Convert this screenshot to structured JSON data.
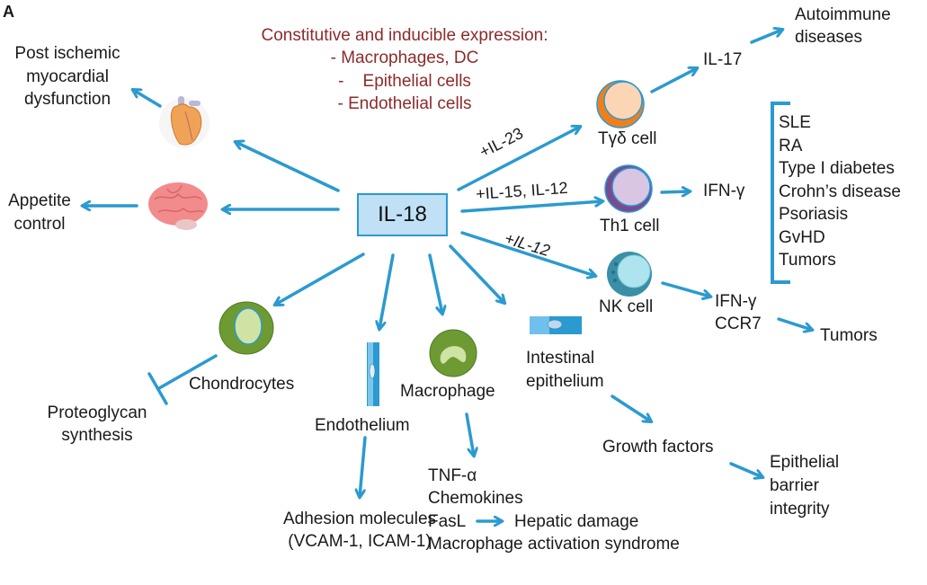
{
  "panel_label": "A",
  "center": {
    "label": "IL-18"
  },
  "expression": {
    "title": "Constitutive and inducible expression:",
    "items": [
      "- Macrophages, DC",
      "-    Epithelial cells",
      "- Endothelial cells"
    ]
  },
  "heart": {
    "target": [
      "Post ischemic",
      "myocardial",
      "dysfunction"
    ],
    "icon": "heart-icon"
  },
  "brain": {
    "target": [
      "Appetite",
      "control"
    ],
    "icon": "brain-icon"
  },
  "tgd": {
    "edge_label": "+IL-23",
    "cell_label": "Tγδ cell",
    "product": "IL-17",
    "outcome": [
      "Autoimmune",
      "diseases"
    ]
  },
  "th1": {
    "edge_label": "+IL-15, IL-12",
    "cell_label": "Th1 cell",
    "product": "IFN-γ",
    "diseases": [
      "SLE",
      "RA",
      "Type I diabetes",
      "Crohn’s disease",
      "Psoriasis",
      "GvHD",
      "Tumors"
    ]
  },
  "nk": {
    "edge_label": "+IL-12",
    "cell_label": "NK cell",
    "products": [
      "IFN-γ",
      "CCR7"
    ],
    "outcome": "Tumors"
  },
  "chondrocytes": {
    "label": "Chondrocytes",
    "inhibits": [
      "Proteoglycan",
      "synthesis"
    ]
  },
  "endothelium": {
    "label": "Endothelium",
    "outcome": [
      "Adhesion molecules",
      "(VCAM-1, ICAM-1)"
    ]
  },
  "macrophage": {
    "label": "Macrophage",
    "products": [
      "TNF-α",
      "Chemokines",
      "FasL",
      "Macrophage activation syndrome"
    ],
    "fasl_outcome": "Hepatic damage"
  },
  "intestinal": {
    "label": [
      "Intestinal",
      "epithelium"
    ],
    "product": "Growth factors",
    "outcome": [
      "Epithelial",
      "barrier",
      "integrity"
    ]
  },
  "colors": {
    "arrow": "#2b9ad0",
    "expression_text": "#8e2a2a",
    "il18_fill": "#bfe0f5",
    "tgd_outer": "#f07f1b",
    "tgd_inner": "#fcd5b5",
    "th1_outer": "#7a4a8f",
    "th1_inner": "#d8c6e2",
    "nk_outer": "#3a8fa6",
    "nk_inner": "#aee4ee",
    "cell_green": "#6e9a34",
    "cell_green_inner": "#cfe3a5"
  }
}
